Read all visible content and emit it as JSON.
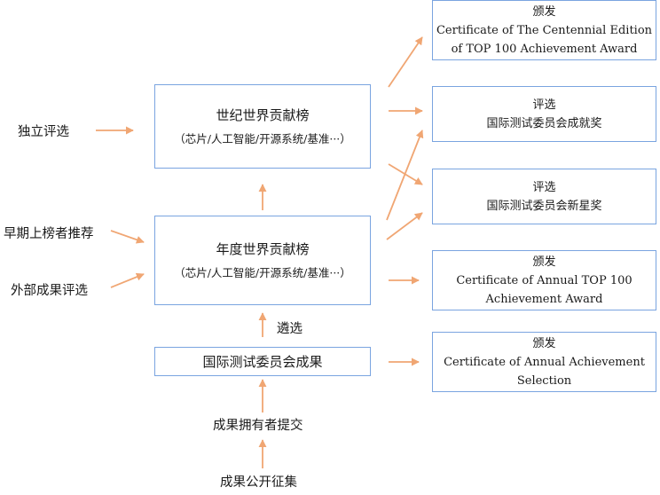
{
  "inputs": {
    "independent": "独立评选",
    "early_recommend": "早期上榜者推荐",
    "external_eval": "外部成果评选"
  },
  "century_list": {
    "title": "世纪世界贡献榜",
    "subtitle": "（芯片/人工智能/开源系统/基准···）"
  },
  "annual_list": {
    "title": "年度世界贡献榜",
    "subtitle": "（芯片/人工智能/开源系统/基准···）"
  },
  "committee_results": {
    "title": "国际测试委员会成果"
  },
  "flow": {
    "select": "遴选",
    "submit": "成果拥有者提交",
    "collect": "成果公开征集"
  },
  "outputs": [
    {
      "line1": "颁发",
      "line2": "Certificate of The Centennial Edition",
      "line3": "of TOP 100 Achievement Award"
    },
    {
      "line1": "评选",
      "line2": "国际测试委员会成就奖",
      "line3": ""
    },
    {
      "line1": "评选",
      "line2": "国际测试委员会新星奖",
      "line3": ""
    },
    {
      "line1": "颁发",
      "line2": "Certificate of Annual TOP 100",
      "line3": "Achievement Award"
    },
    {
      "line1": "颁发",
      "line2": "Certificate of Annual Achievement",
      "line3": "Selection"
    }
  ],
  "colors": {
    "arrow": "#f0a673",
    "border": "#7aa4e0"
  }
}
